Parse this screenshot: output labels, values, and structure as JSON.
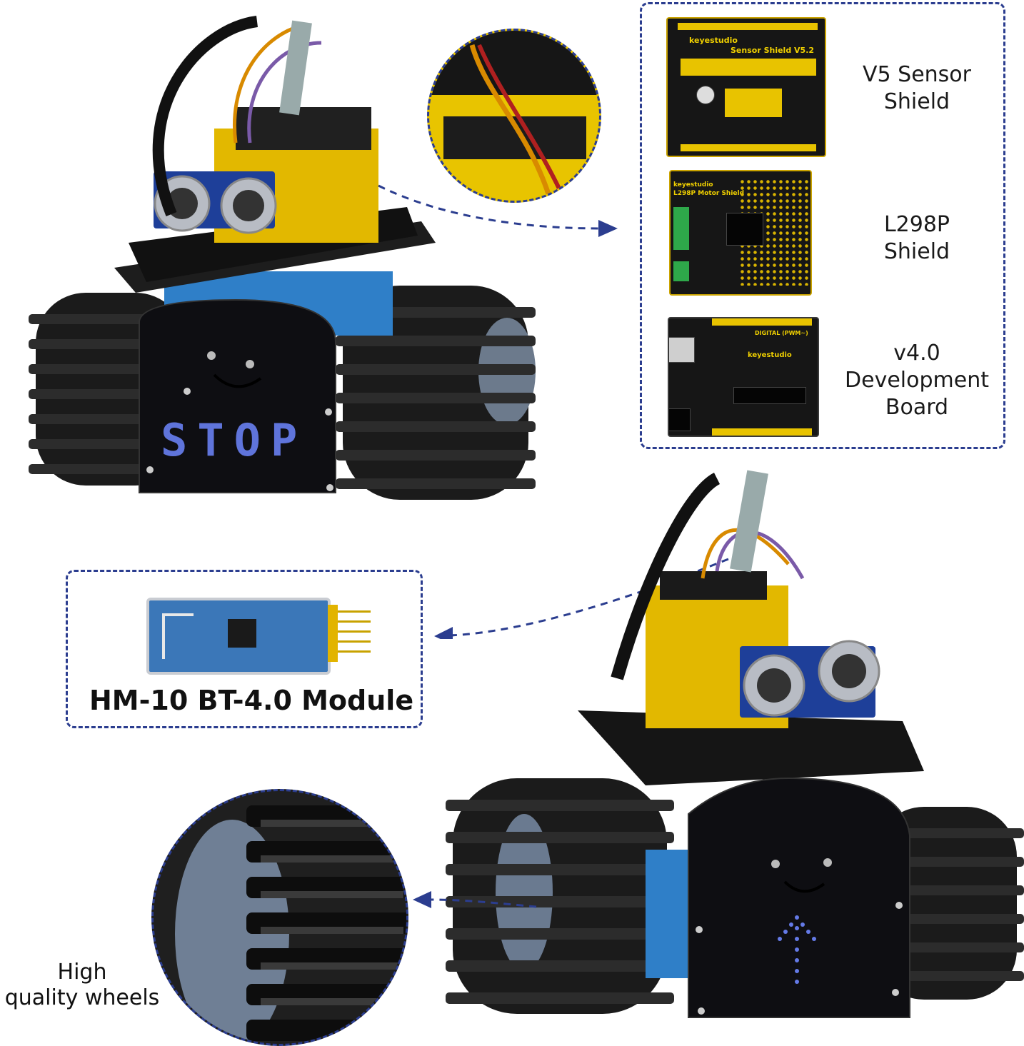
{
  "colors": {
    "accent_dashed": "#2b3d8f",
    "pcb_black": "#161616",
    "pcb_yellow": "#e8c300",
    "track_black": "#1b1b1b",
    "chassis_blue": "#2f7fc8"
  },
  "boards_panel": {
    "items": [
      {
        "label_lines": [
          "V5 Sensor",
          "Shield"
        ],
        "pcb_text": "Sensor Shield V5.2",
        "brand": "keyestudio"
      },
      {
        "label_lines": [
          "L298P",
          "Shield"
        ],
        "pcb_text": "L298P Motor Shield",
        "brand": "keyestudio"
      },
      {
        "label_lines": [
          "v4.0",
          "Development",
          "Board"
        ],
        "pcb_text": "DIGITAL (PWM~)",
        "brand": "keyestudio"
      }
    ]
  },
  "module_box": {
    "title": "HM-10 BT-4.0 Module"
  },
  "wheels": {
    "caption_lines": [
      "High",
      "quality wheels"
    ]
  },
  "robot_top": {
    "matrix_text": "STOP"
  },
  "robot_bottom": {
    "matrix_symbol": "arrow-up"
  },
  "icons": [
    "pointer-arrow-icon",
    "smiley-face-icon"
  ]
}
